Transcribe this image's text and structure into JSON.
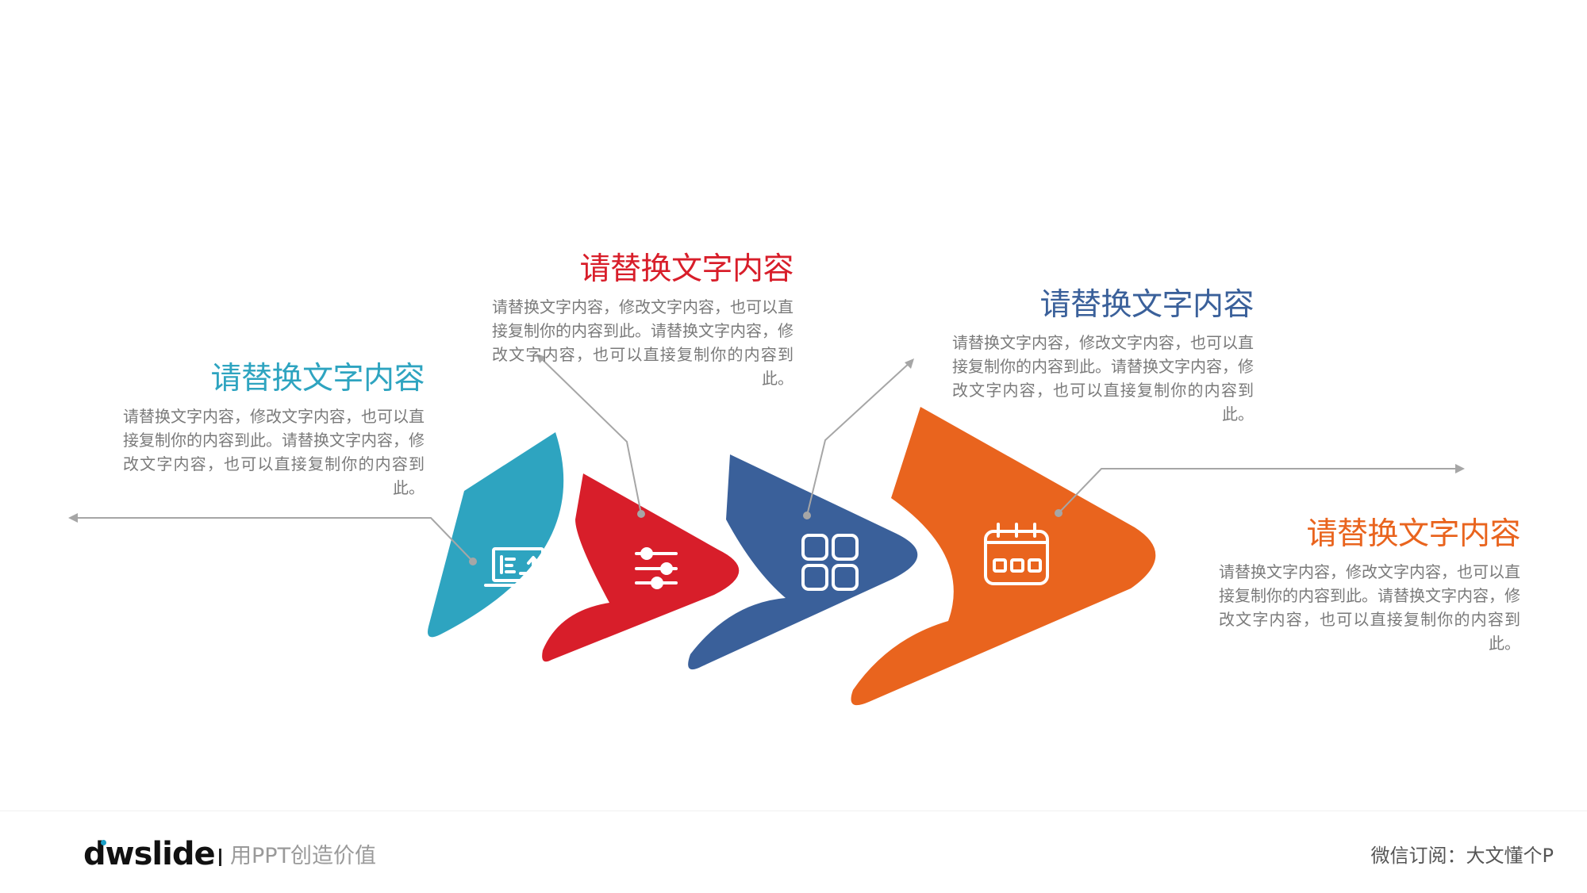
{
  "steps": [
    {
      "title": "请替换文字内容",
      "body": "请替换文字内容，修改文字内容，也可以直接复制你的内容到此。请替换文字内容，修改文字内容，也可以直接复制你的内容到此。",
      "color": "#2ea4c0",
      "icon": "laptop-chart-icon"
    },
    {
      "title": "请替换文字内容",
      "body": "请替换文字内容，修改文字内容，也可以直接复制你的内容到此。请替换文字内容，修改文字内容，也可以直接复制你的内容到此。",
      "color": "#d81e2a",
      "icon": "sliders-icon"
    },
    {
      "title": "请替换文字内容",
      "body": "请替换文字内容，修改文字内容，也可以直接复制你的内容到此。请替换文字内容，修改文字内容，也可以直接复制你的内容到此。",
      "color": "#3a609a",
      "icon": "grid-icon"
    },
    {
      "title": "请替换文字内容",
      "body": "请替换文字内容，修改文字内容，也可以直接复制你的内容到此。请替换文字内容，修改文字内容，也可以直接复制你的内容到此。",
      "color": "#e9641e",
      "icon": "calendar-icon"
    }
  ],
  "footer": {
    "logo": "dwslide",
    "tagline": "用PPT创造价值",
    "wechat": "微信订阅：大文懂个P"
  },
  "connector_color": "#a6a6a6"
}
